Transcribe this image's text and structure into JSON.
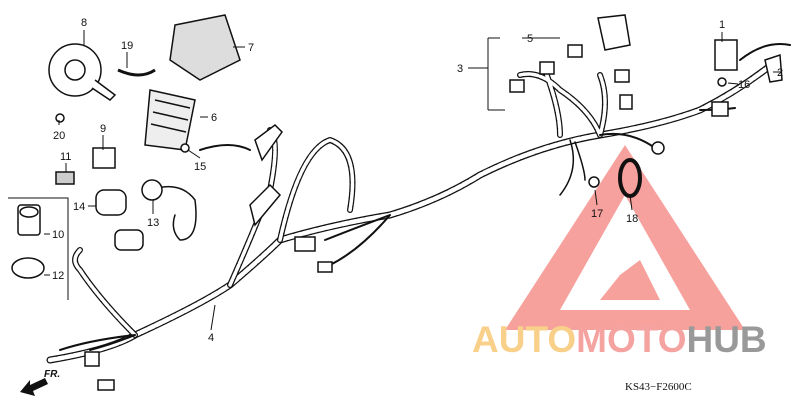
{
  "diagram": {
    "callouts": [
      "1",
      "2",
      "3",
      "4",
      "5",
      "6",
      "7",
      "8",
      "9",
      "10",
      "11",
      "12",
      "13",
      "14",
      "15",
      "16",
      "17",
      "18",
      "19",
      "20"
    ],
    "direction_label": "FR.",
    "diagram_code": "KS43−F2600C"
  },
  "watermark": {
    "part1": "AUTO",
    "part2": "MOTO",
    "part3": "HUB",
    "colors": {
      "part1": "#f9d08a",
      "part2": "#f5a3a0",
      "part3": "#999999",
      "triangle": "#f3827c"
    }
  }
}
